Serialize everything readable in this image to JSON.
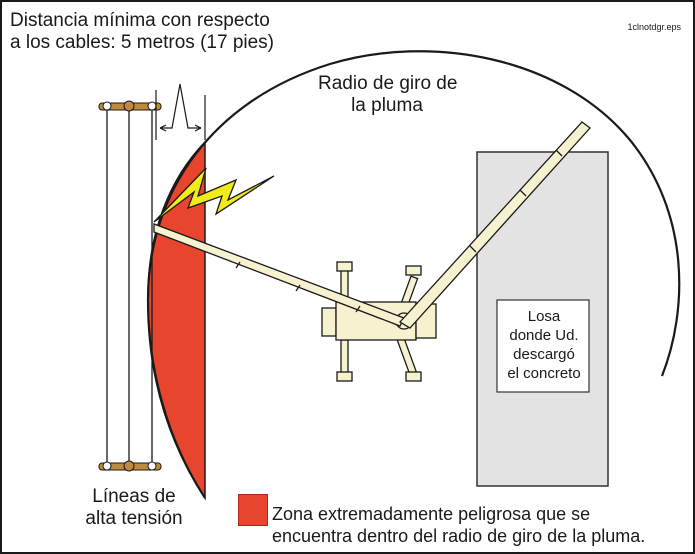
{
  "title": {
    "line1": "Distancia mínima con respecto",
    "line2": "a los cables: 5 metros (17 pies)"
  },
  "file_id": "1clnotdgr.eps",
  "radius_label": {
    "line1": "Radio de giro de",
    "line2": "la pluma"
  },
  "slab_label": {
    "line1": "Losa",
    "line2": "donde Ud.",
    "line3": "descargó",
    "line4": "el concreto"
  },
  "power_lines_label": {
    "line1": "Líneas de",
    "line2": "alta tensión"
  },
  "legend": {
    "line1": "Zona extremadamente peligrosa que se",
    "line2": "encuentra dentro del radio de giro de la pluma."
  },
  "colors": {
    "danger": "#e8452e",
    "slab": "#e3e3e3",
    "boom": "#f6f1cf",
    "lightning": "#f2ea1a"
  },
  "icons": [
    "lightning-bolt-icon",
    "pump-truck-icon",
    "power-pole-icon"
  ]
}
